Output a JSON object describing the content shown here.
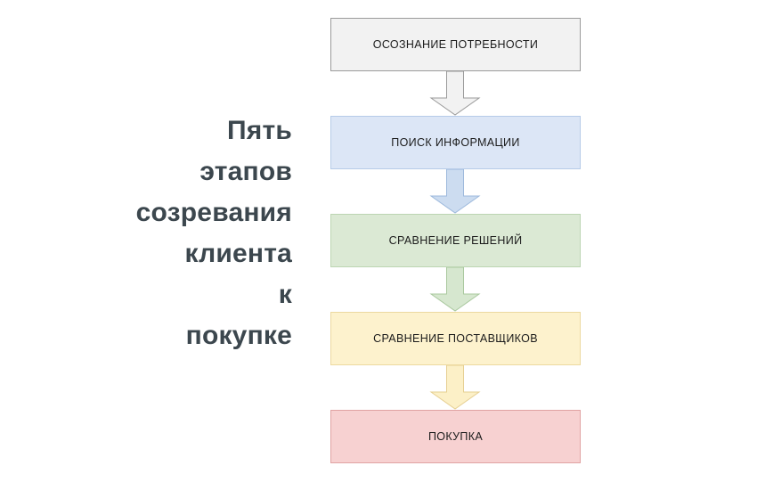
{
  "heading": {
    "text": "Пять\nэтапов\nсозревания\nклиента\nк\nпокупке",
    "color": "#3c474e"
  },
  "diagram": {
    "type": "vertical-flowchart",
    "title": "Пять этапов созревания клиента к покупке",
    "steps": [
      {
        "index": 1,
        "label": "ОСОЗНАНИЕ ПОТРЕБНОСТИ",
        "fill": "#f2f2f2",
        "border": "#9a9a9a"
      },
      {
        "index": 2,
        "label": "ПОИСК ИНФОРМАЦИИ",
        "fill": "#dce6f6",
        "border": "#b6cbe8"
      },
      {
        "index": 3,
        "label": "СРАВНЕНИЕ РЕШЕНИЙ",
        "fill": "#dbe9d4",
        "border": "#bcd5b3"
      },
      {
        "index": 4,
        "label": "СРАВНЕНИЕ ПОСТАВЩИКОВ",
        "fill": "#fdf2cd",
        "border": "#ecd9a0"
      },
      {
        "index": 5,
        "label": "ПОКУПКА",
        "fill": "#f7d1d1",
        "border": "#e0a3a3"
      }
    ],
    "connectors": [
      {
        "from": "ОСОЗНАНИЕ ПОТРЕБНОСТИ",
        "to": "ПОИСК ИНФОРМАЦИИ",
        "icon": "down-block-arrow",
        "fill": "#f2f2f2",
        "border": "#9a9a9a"
      },
      {
        "from": "ПОИСК ИНФОРМАЦИИ",
        "to": "СРАВНЕНИЕ РЕШЕНИЙ",
        "icon": "down-block-arrow",
        "fill": "#ccdcf0",
        "border": "#9db9dc"
      },
      {
        "from": "СРАВНЕНИЕ РЕШЕНИЙ",
        "to": "СРАВНЕНИЕ ПОСТАВЩИКОВ",
        "icon": "down-block-arrow",
        "fill": "#d6e7cf",
        "border": "#a9c89e"
      },
      {
        "from": "СРАВНЕНИЕ ПОСТАВЩИКОВ",
        "to": "ПОКУПКА",
        "icon": "down-block-arrow",
        "fill": "#fcf0c7",
        "border": "#e6cf92"
      }
    ]
  }
}
